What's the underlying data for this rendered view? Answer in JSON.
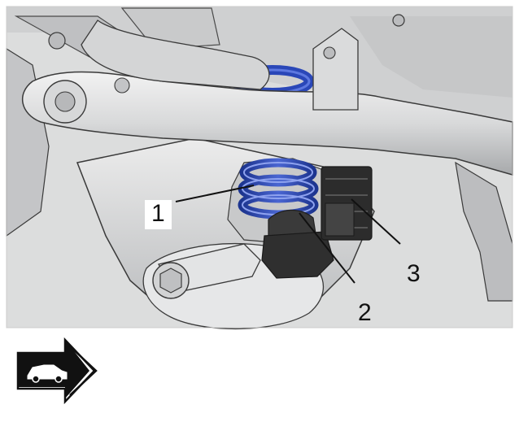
{
  "figure": {
    "callouts": [
      {
        "number": "1",
        "part": "coil-spring"
      },
      {
        "number": "2",
        "part": "spring-lower-insulator"
      },
      {
        "number": "3",
        "part": "bump-stop"
      }
    ],
    "direction_indicator": {
      "icon": "vehicle-forward-arrow-icon"
    },
    "colors": {
      "spring": "#2a47b8",
      "spring_highlight": "#5d78e0",
      "metal": "#d9dadb",
      "metal_shadow": "#9a9c9e",
      "outline": "#3a3a3a",
      "rubber": "#2c2c2c"
    }
  }
}
